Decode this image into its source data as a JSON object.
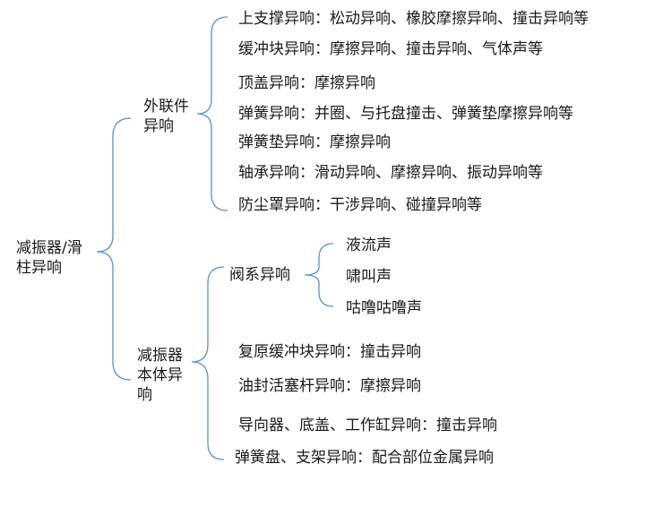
{
  "root": {
    "line1": "减振器/滑",
    "line2": "柱异响"
  },
  "external": {
    "line1": "外联件",
    "line2": "异响",
    "items": [
      "上支撑异响：松动异响、橡胶摩擦异响、撞击异响等",
      "缓冲块异响：摩擦异响、撞击异响、气体声等",
      "顶盖异响：摩擦异响",
      "弹簧异响：并圈、与托盘撞击、弹簧垫摩擦异响等",
      "弹簧垫异响：摩擦异响",
      "轴承异响：滑动异响、摩擦异响、振动异响等",
      "防尘罩异响：干涉异响、碰撞异响等"
    ]
  },
  "body": {
    "line1": "减振器",
    "line2": "本体异",
    "line3": "响",
    "valve": {
      "label": "阀系异响",
      "items": [
        "液流声",
        "啸叫声",
        "咕噜咕噜声"
      ]
    },
    "items": [
      "复原缓冲块异响：撞击异响",
      "油封活塞杆异响：摩擦异响",
      "导向器、底盖、工作缸异响：撞击异响",
      "弹簧盘、支架异响：配合部位金属异响"
    ]
  }
}
